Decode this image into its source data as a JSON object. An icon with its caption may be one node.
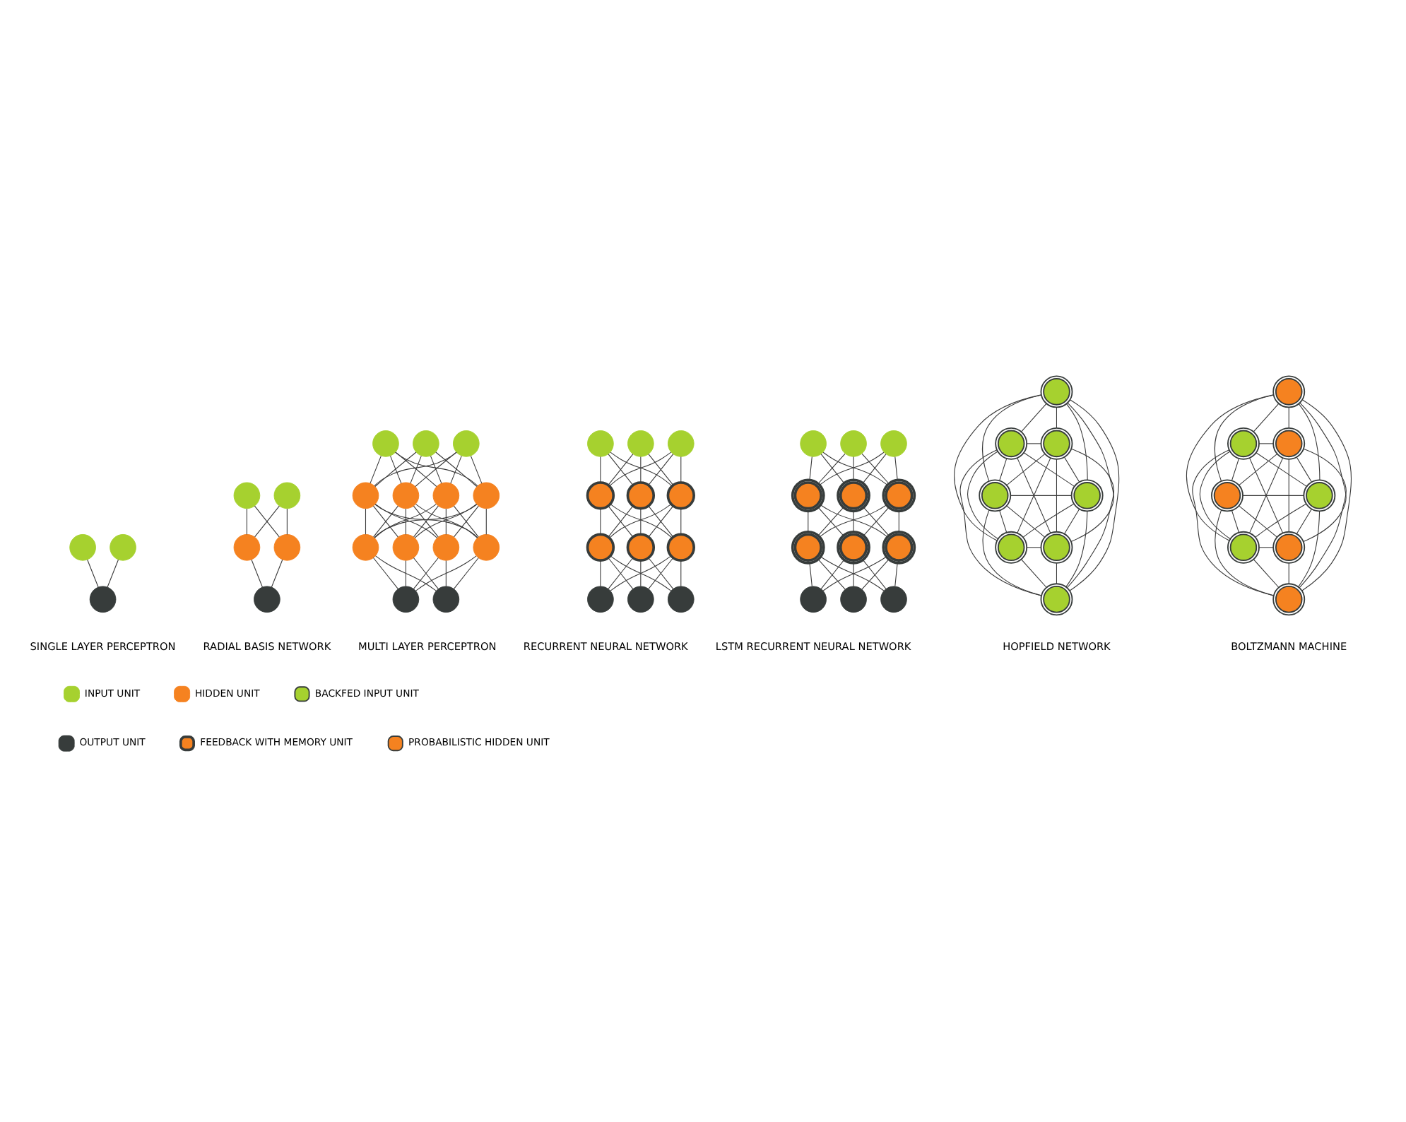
{
  "diagram": {
    "nodes": [
      {
        "text": [],
        "shape": "circle"
      },
      {
        "text": [],
        "shape": "circle"
      },
      {
        "text": [],
        "shape": "circle"
      },
      {
        "text": [],
        "shape": "circle"
      },
      {
        "text": [],
        "shape": "circle"
      },
      {
        "text": [],
        "shape": "circle"
      },
      {
        "text": [],
        "shape": "circle"
      },
      {
        "text": [],
        "shape": "circle"
      },
      {
        "text": [],
        "shape": "circle"
      },
      {
        "text": [],
        "shape": "circle"
      },
      {
        "text": [],
        "shape": "circle"
      },
      {
        "text": [],
        "shape": "circle"
      },
      {
        "text": [],
        "shape": "circle"
      },
      {
        "text": [],
        "shape": "circle"
      },
      {
        "text": [],
        "shape": "circle"
      },
      {
        "text": [],
        "shape": "circle"
      },
      {
        "text": [],
        "shape": "circle"
      },
      {
        "text": [],
        "shape": "circle"
      },
      {
        "text": [],
        "shape": "circle"
      },
      {
        "text": [],
        "shape": "circle"
      },
      {
        "text": [],
        "shape": "circle"
      },
      {
        "text": [],
        "shape": "circle"
      },
      {
        "text": [],
        "shape": "circle"
      },
      {
        "text": [],
        "shape": "circle"
      },
      {
        "text": [],
        "shape": "circle"
      },
      {
        "text": [],
        "shape": "circle"
      },
      {
        "text": [],
        "shape": "circle"
      },
      {
        "text": [],
        "shape": "circle"
      },
      {
        "text": [],
        "shape": "circle"
      },
      {
        "text": [],
        "shape": "circle"
      },
      {
        "text": [],
        "shape": "circle"
      },
      {
        "text": [],
        "shape": "circle"
      },
      {
        "text": [],
        "shape": "circle"
      },
      {
        "text": [],
        "shape": "circle"
      },
      {
        "text": [],
        "shape": "circle"
      },
      {
        "text": [],
        "shape": "circle"
      },
      {
        "text": [],
        "shape": "circle"
      },
      {
        "text": [],
        "shape": "circle"
      },
      {
        "text": [],
        "shape": "circle"
      },
      {
        "text": [],
        "shape": "circle"
      },
      {
        "text": [],
        "shape": "circle"
      },
      {
        "text": [],
        "shape": "circle"
      },
      {
        "text": [],
        "shape": "circle"
      },
      {
        "text": [],
        "shape": "circle"
      },
      {
        "text": [],
        "shape": "circle"
      },
      {
        "text": [],
        "shape": "circle"
      },
      {
        "text": [],
        "shape": "circle"
      },
      {
        "text": [],
        "shape": "circle"
      },
      {
        "text": [],
        "shape": "circle"
      },
      {
        "text": [],
        "shape": "circle"
      },
      {
        "text": [],
        "shape": "circle"
      },
      {
        "text": [],
        "shape": "circle"
      },
      {
        "text": [],
        "shape": "circle"
      },
      {
        "text": [],
        "shape": "circle"
      },
      {
        "text": [],
        "shape": "circle"
      },
      {
        "text": [],
        "shape": "circle"
      },
      {
        "text": [],
        "shape": "circle"
      },
      {
        "text": [],
        "shape": "circle"
      },
      {
        "text": [],
        "shape": "circle"
      },
      {
        "text": [],
        "shape": "circle"
      },
      {
        "text": [],
        "shape": "circle"
      }
    ],
    "edges": [
      {
        "from": 0,
        "to": 2,
        "arrow": "none"
      },
      {
        "from": 1,
        "to": 2,
        "arrow": "none"
      },
      {
        "from": 3,
        "to": 5,
        "arrow": "none"
      },
      {
        "from": 3,
        "to": 6,
        "arrow": "none"
      },
      {
        "from": 4,
        "to": 5,
        "arrow": "none"
      },
      {
        "from": 4,
        "to": 6,
        "arrow": "none"
      },
      {
        "from": 5,
        "to": 7,
        "arrow": "none"
      },
      {
        "from": 6,
        "to": 7,
        "arrow": "none"
      },
      {
        "from": 8,
        "to": 11,
        "arrow": "none"
      },
      {
        "from": 8,
        "to": 12,
        "arrow": "none"
      },
      {
        "from": 8,
        "to": 13,
        "arrow": "none"
      },
      {
        "from": 8,
        "to": 14,
        "arrow": "none"
      },
      {
        "from": 9,
        "to": 11,
        "arrow": "none"
      },
      {
        "from": 9,
        "to": 12,
        "arrow": "none"
      },
      {
        "from": 9,
        "to": 13,
        "arrow": "none"
      },
      {
        "from": 9,
        "to": 14,
        "arrow": "none"
      },
      {
        "from": 10,
        "to": 11,
        "arrow": "none"
      },
      {
        "from": 10,
        "to": 12,
        "arrow": "none"
      },
      {
        "from": 10,
        "to": 13,
        "arrow": "none"
      },
      {
        "from": 10,
        "to": 14,
        "arrow": "none"
      },
      {
        "from": 11,
        "to": 15,
        "arrow": "none"
      },
      {
        "from": 11,
        "to": 16,
        "arrow": "none"
      },
      {
        "from": 11,
        "to": 17,
        "arrow": "none"
      },
      {
        "from": 11,
        "to": 18,
        "arrow": "none"
      },
      {
        "from": 12,
        "to": 15,
        "arrow": "none"
      },
      {
        "from": 12,
        "to": 16,
        "arrow": "none"
      },
      {
        "from": 12,
        "to": 17,
        "arrow": "none"
      },
      {
        "from": 12,
        "to": 18,
        "arrow": "none"
      },
      {
        "from": 13,
        "to": 15,
        "arrow": "none"
      },
      {
        "from": 13,
        "to": 16,
        "arrow": "none"
      },
      {
        "from": 13,
        "to": 17,
        "arrow": "none"
      },
      {
        "from": 13,
        "to": 18,
        "arrow": "none"
      },
      {
        "from": 14,
        "to": 15,
        "arrow": "none"
      },
      {
        "from": 14,
        "to": 16,
        "arrow": "none"
      },
      {
        "from": 14,
        "to": 17,
        "arrow": "none"
      },
      {
        "from": 14,
        "to": 18,
        "arrow": "none"
      },
      {
        "from": 15,
        "to": 19,
        "arrow": "none"
      },
      {
        "from": 15,
        "to": 20,
        "arrow": "none"
      },
      {
        "from": 16,
        "to": 19,
        "arrow": "none"
      },
      {
        "from": 16,
        "to": 20,
        "arrow": "none"
      },
      {
        "from": 17,
        "to": 19,
        "arrow": "none"
      },
      {
        "from": 17,
        "to": 20,
        "arrow": "none"
      },
      {
        "from": 18,
        "to": 19,
        "arrow": "none"
      },
      {
        "from": 18,
        "to": 20,
        "arrow": "none"
      },
      {
        "from": 21,
        "to": 24,
        "arrow": "none"
      },
      {
        "from": 21,
        "to": 25,
        "arrow": "none"
      },
      {
        "from": 21,
        "to": 26,
        "arrow": "none"
      },
      {
        "from": 22,
        "to": 24,
        "arrow": "none"
      },
      {
        "from": 22,
        "to": 25,
        "arrow": "none"
      },
      {
        "from": 22,
        "to": 26,
        "arrow": "none"
      },
      {
        "from": 23,
        "to": 24,
        "arrow": "none"
      },
      {
        "from": 23,
        "to": 25,
        "arrow": "none"
      },
      {
        "from": 23,
        "to": 26,
        "arrow": "none"
      },
      {
        "from": 24,
        "to": 27,
        "arrow": "none"
      },
      {
        "from": 24,
        "to": 28,
        "arrow": "none"
      },
      {
        "from": 24,
        "to": 29,
        "arrow": "none"
      },
      {
        "from": 25,
        "to": 27,
        "arrow": "none"
      },
      {
        "from": 25,
        "to": 28,
        "arrow": "none"
      },
      {
        "from": 25,
        "to": 29,
        "arrow": "none"
      },
      {
        "from": 26,
        "to": 27,
        "arrow": "none"
      },
      {
        "from": 26,
        "to": 28,
        "arrow": "none"
      },
      {
        "from": 26,
        "to": 29,
        "arrow": "none"
      },
      {
        "from": 27,
        "to": 30,
        "arrow": "none"
      },
      {
        "from": 27,
        "to": 31,
        "arrow": "none"
      },
      {
        "from": 27,
        "to": 32,
        "arrow": "none"
      },
      {
        "from": 28,
        "to": 30,
        "arrow": "none"
      },
      {
        "from": 28,
        "to": 31,
        "arrow": "none"
      },
      {
        "from": 28,
        "to": 32,
        "arrow": "none"
      },
      {
        "from": 29,
        "to": 30,
        "arrow": "none"
      },
      {
        "from": 29,
        "to": 31,
        "arrow": "none"
      },
      {
        "from": 29,
        "to": 32,
        "arrow": "none"
      },
      {
        "from": 33,
        "to": 36,
        "arrow": "none"
      },
      {
        "from": 33,
        "to": 37,
        "arrow": "none"
      },
      {
        "from": 33,
        "to": 38,
        "arrow": "none"
      },
      {
        "from": 34,
        "to": 36,
        "arrow": "none"
      },
      {
        "from": 34,
        "to": 37,
        "arrow": "none"
      },
      {
        "from": 34,
        "to": 38,
        "arrow": "none"
      },
      {
        "from": 35,
        "to": 36,
        "arrow": "none"
      },
      {
        "from": 35,
        "to": 37,
        "arrow": "none"
      },
      {
        "from": 35,
        "to": 38,
        "arrow": "none"
      },
      {
        "from": 36,
        "to": 39,
        "arrow": "none"
      },
      {
        "from": 36,
        "to": 40,
        "arrow": "none"
      },
      {
        "from": 36,
        "to": 41,
        "arrow": "none"
      },
      {
        "from": 37,
        "to": 39,
        "arrow": "none"
      },
      {
        "from": 37,
        "to": 40,
        "arrow": "none"
      },
      {
        "from": 37,
        "to": 41,
        "arrow": "none"
      },
      {
        "from": 38,
        "to": 39,
        "arrow": "none"
      },
      {
        "from": 38,
        "to": 40,
        "arrow": "none"
      },
      {
        "from": 38,
        "to": 41,
        "arrow": "none"
      },
      {
        "from": 39,
        "to": 42,
        "arrow": "none"
      },
      {
        "from": 39,
        "to": 43,
        "arrow": "none"
      },
      {
        "from": 39,
        "to": 44,
        "arrow": "none"
      },
      {
        "from": 40,
        "to": 42,
        "arrow": "none"
      },
      {
        "from": 40,
        "to": 43,
        "arrow": "none"
      },
      {
        "from": 40,
        "to": 44,
        "arrow": "none"
      },
      {
        "from": 41,
        "to": 42,
        "arrow": "none"
      },
      {
        "from": 41,
        "to": 43,
        "arrow": "none"
      },
      {
        "from": 41,
        "to": 44,
        "arrow": "none"
      },
      {
        "from": 45,
        "to": 46,
        "arrow": "none"
      },
      {
        "from": 45,
        "to": 47,
        "arrow": "none"
      },
      {
        "from": 45,
        "to": 48,
        "arrow": "none"
      },
      {
        "from": 45,
        "to": 49,
        "arrow": "none"
      },
      {
        "from": 45,
        "to": 50,
        "arrow": "none"
      },
      {
        "from": 45,
        "to": 51,
        "arrow": "none"
      },
      {
        "from": 45,
        "to": 52,
        "arrow": "none"
      },
      {
        "from": 46,
        "to": 47,
        "arrow": "none"
      },
      {
        "from": 46,
        "to": 48,
        "arrow": "none"
      },
      {
        "from": 46,
        "to": 49,
        "arrow": "none"
      },
      {
        "from": 46,
        "to": 50,
        "arrow": "none"
      },
      {
        "from": 46,
        "to": 51,
        "arrow": "none"
      },
      {
        "from": 46,
        "to": 52,
        "arrow": "none"
      },
      {
        "from": 47,
        "to": 48,
        "arrow": "none"
      },
      {
        "from": 47,
        "to": 49,
        "arrow": "none"
      },
      {
        "from": 47,
        "to": 50,
        "arrow": "none"
      },
      {
        "from": 47,
        "to": 51,
        "arrow": "none"
      },
      {
        "from": 47,
        "to": 52,
        "arrow": "none"
      },
      {
        "from": 48,
        "to": 49,
        "arrow": "none"
      },
      {
        "from": 48,
        "to": 50,
        "arrow": "none"
      },
      {
        "from": 48,
        "to": 51,
        "arrow": "none"
      },
      {
        "from": 48,
        "to": 52,
        "arrow": "none"
      },
      {
        "from": 49,
        "to": 50,
        "arrow": "none"
      },
      {
        "from": 49,
        "to": 51,
        "arrow": "none"
      },
      {
        "from": 49,
        "to": 52,
        "arrow": "none"
      },
      {
        "from": 50,
        "to": 51,
        "arrow": "none"
      },
      {
        "from": 50,
        "to": 52,
        "arrow": "none"
      },
      {
        "from": 51,
        "to": 52,
        "arrow": "none"
      },
      {
        "from": 53,
        "to": 54,
        "arrow": "none"
      },
      {
        "from": 53,
        "to": 55,
        "arrow": "none"
      },
      {
        "from": 53,
        "to": 56,
        "arrow": "none"
      },
      {
        "from": 53,
        "to": 57,
        "arrow": "none"
      },
      {
        "from": 53,
        "to": 58,
        "arrow": "none"
      },
      {
        "from": 53,
        "to": 59,
        "arrow": "none"
      },
      {
        "from": 53,
        "to": 60,
        "arrow": "none"
      },
      {
        "from": 54,
        "to": 55,
        "arrow": "none"
      },
      {
        "from": 54,
        "to": 56,
        "arrow": "none"
      },
      {
        "from": 54,
        "to": 57,
        "arrow": "none"
      },
      {
        "from": 54,
        "to": 58,
        "arrow": "none"
      },
      {
        "from": 54,
        "to": 59,
        "arrow": "none"
      },
      {
        "from": 54,
        "to": 60,
        "arrow": "none"
      },
      {
        "from": 55,
        "to": 56,
        "arrow": "none"
      },
      {
        "from": 55,
        "to": 57,
        "arrow": "none"
      },
      {
        "from": 55,
        "to": 58,
        "arrow": "none"
      },
      {
        "from": 55,
        "to": 59,
        "arrow": "none"
      },
      {
        "from": 55,
        "to": 60,
        "arrow": "none"
      },
      {
        "from": 56,
        "to": 57,
        "arrow": "none"
      },
      {
        "from": 56,
        "to": 58,
        "arrow": "none"
      },
      {
        "from": 56,
        "to": 59,
        "arrow": "none"
      },
      {
        "from": 56,
        "to": 60,
        "arrow": "none"
      },
      {
        "from": 57,
        "to": 58,
        "arrow": "none"
      },
      {
        "from": 57,
        "to": 59,
        "arrow": "none"
      },
      {
        "from": 57,
        "to": 60,
        "arrow": "none"
      },
      {
        "from": 58,
        "to": 59,
        "arrow": "none"
      },
      {
        "from": 58,
        "to": 60,
        "arrow": "none"
      },
      {
        "from": 59,
        "to": 60,
        "arrow": "none"
      }
    ],
    "labels": [
      "SINGLE LAYER PERCEPTRON",
      "RADIAL BASIS NETWORK",
      "MULTI LAYER PERCEPTRON",
      "RECURRENT NEURAL NETWORK",
      "LSTM RECURRENT NEURAL NETWORK",
      "HOPFIELD NETWORK",
      "BOLTZMANN MACHINE"
    ],
    "legend": [
      {
        "text": "INPUT UNIT",
        "color": "#a6d12f"
      },
      {
        "text": "HIDDEN UNIT",
        "color": "#f58220"
      },
      {
        "text": "BACKFED INPUT UNIT"
      },
      {
        "text": "OUTPUT UNIT",
        "color": "#373c3b"
      },
      {
        "text": "FEEDBACK WITH MEMORY UNIT"
      },
      {
        "text": "PROBABILISTIC HIDDEN UNIT"
      }
    ]
  }
}
